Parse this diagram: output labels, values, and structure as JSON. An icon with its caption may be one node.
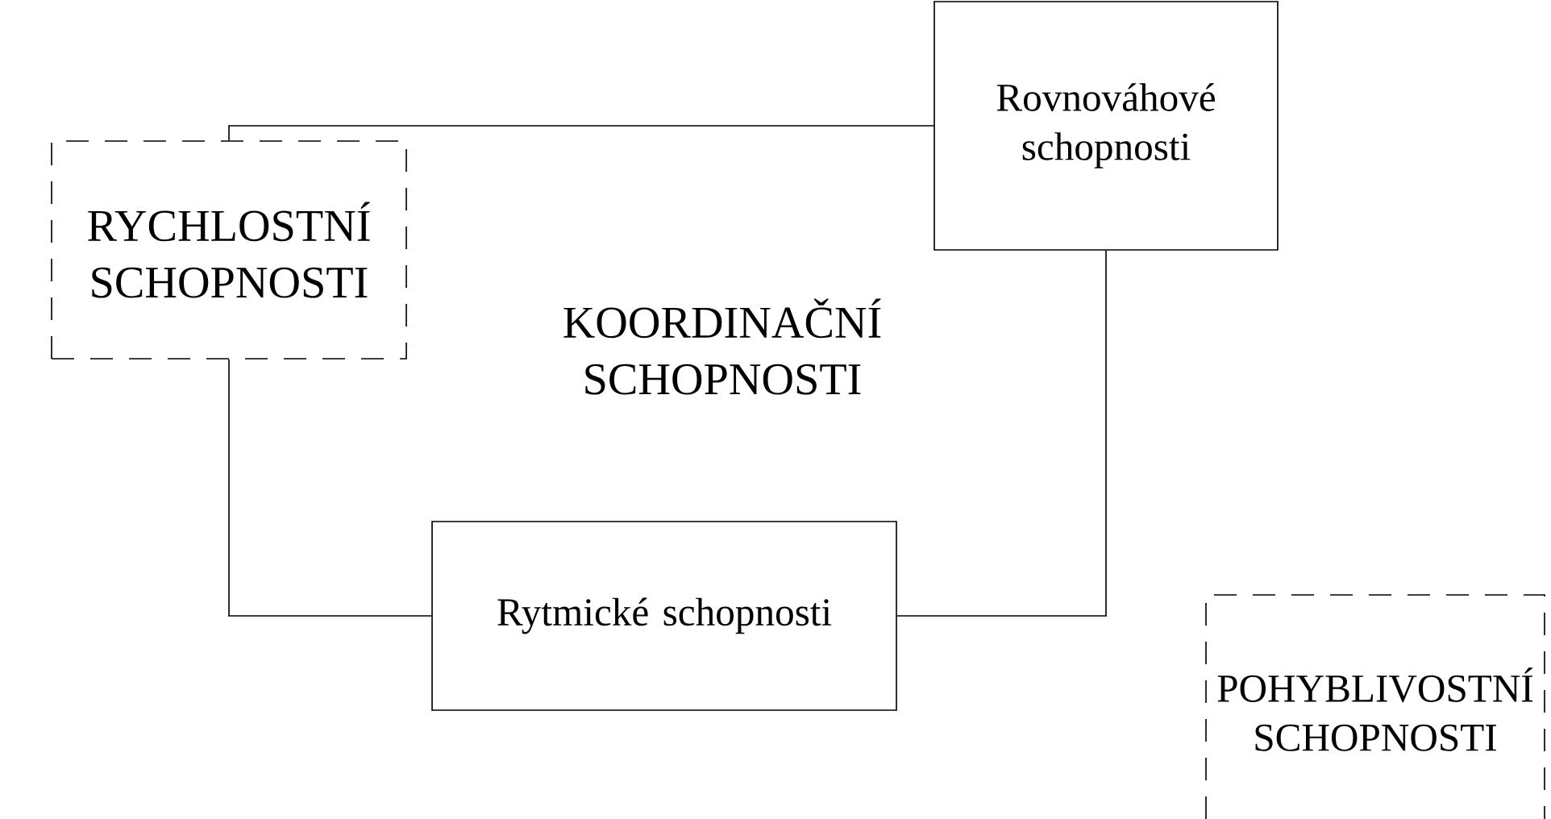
{
  "diagram": {
    "nodes": [
      {
        "text": [
          "RYCHLOSTNÍ SCHOPNOSTI"
        ]
      },
      {
        "text": [
          "Rovnováhové schopnosti"
        ]
      },
      {
        "text": [
          "KOORDINAČNÍ SCHOPNOSTI"
        ]
      },
      {
        "text": [
          "Rytmické schopnosti"
        ]
      },
      {
        "text": [
          "POHYBLIVOSTNÍ SCHOPNOSTI"
        ]
      }
    ],
    "edges": [
      {
        "from": 0,
        "to": 1,
        "arrow": "none"
      },
      {
        "from": 1,
        "to": 3,
        "arrow": "none"
      },
      {
        "from": 0,
        "to": 3,
        "arrow": "none"
      }
    ]
  }
}
